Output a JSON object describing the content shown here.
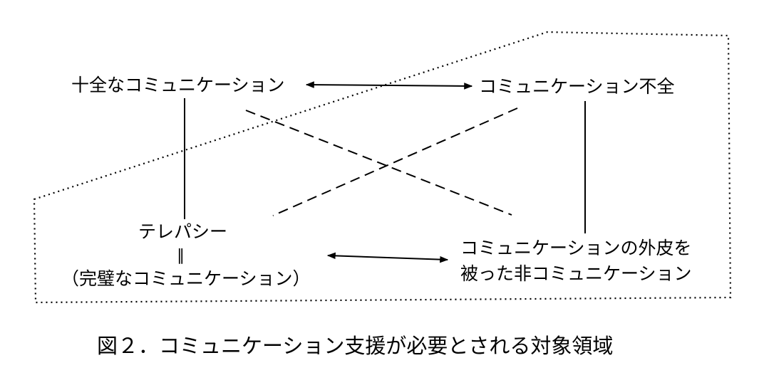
{
  "nodes": {
    "full_communication": "十全なコミュニケーション",
    "communication_failure": "コミュニケーション不全",
    "telepathy": "テレパシー",
    "equals_sign": "∥",
    "perfect_communication": "（完璧なコミュニケーション）",
    "non_communication_line1": "コミュニケーションの外皮を",
    "non_communication_line2": "被った非コミュニケーション"
  },
  "caption": "図２．コミュニケーション支援が必要とされる対象領域"
}
